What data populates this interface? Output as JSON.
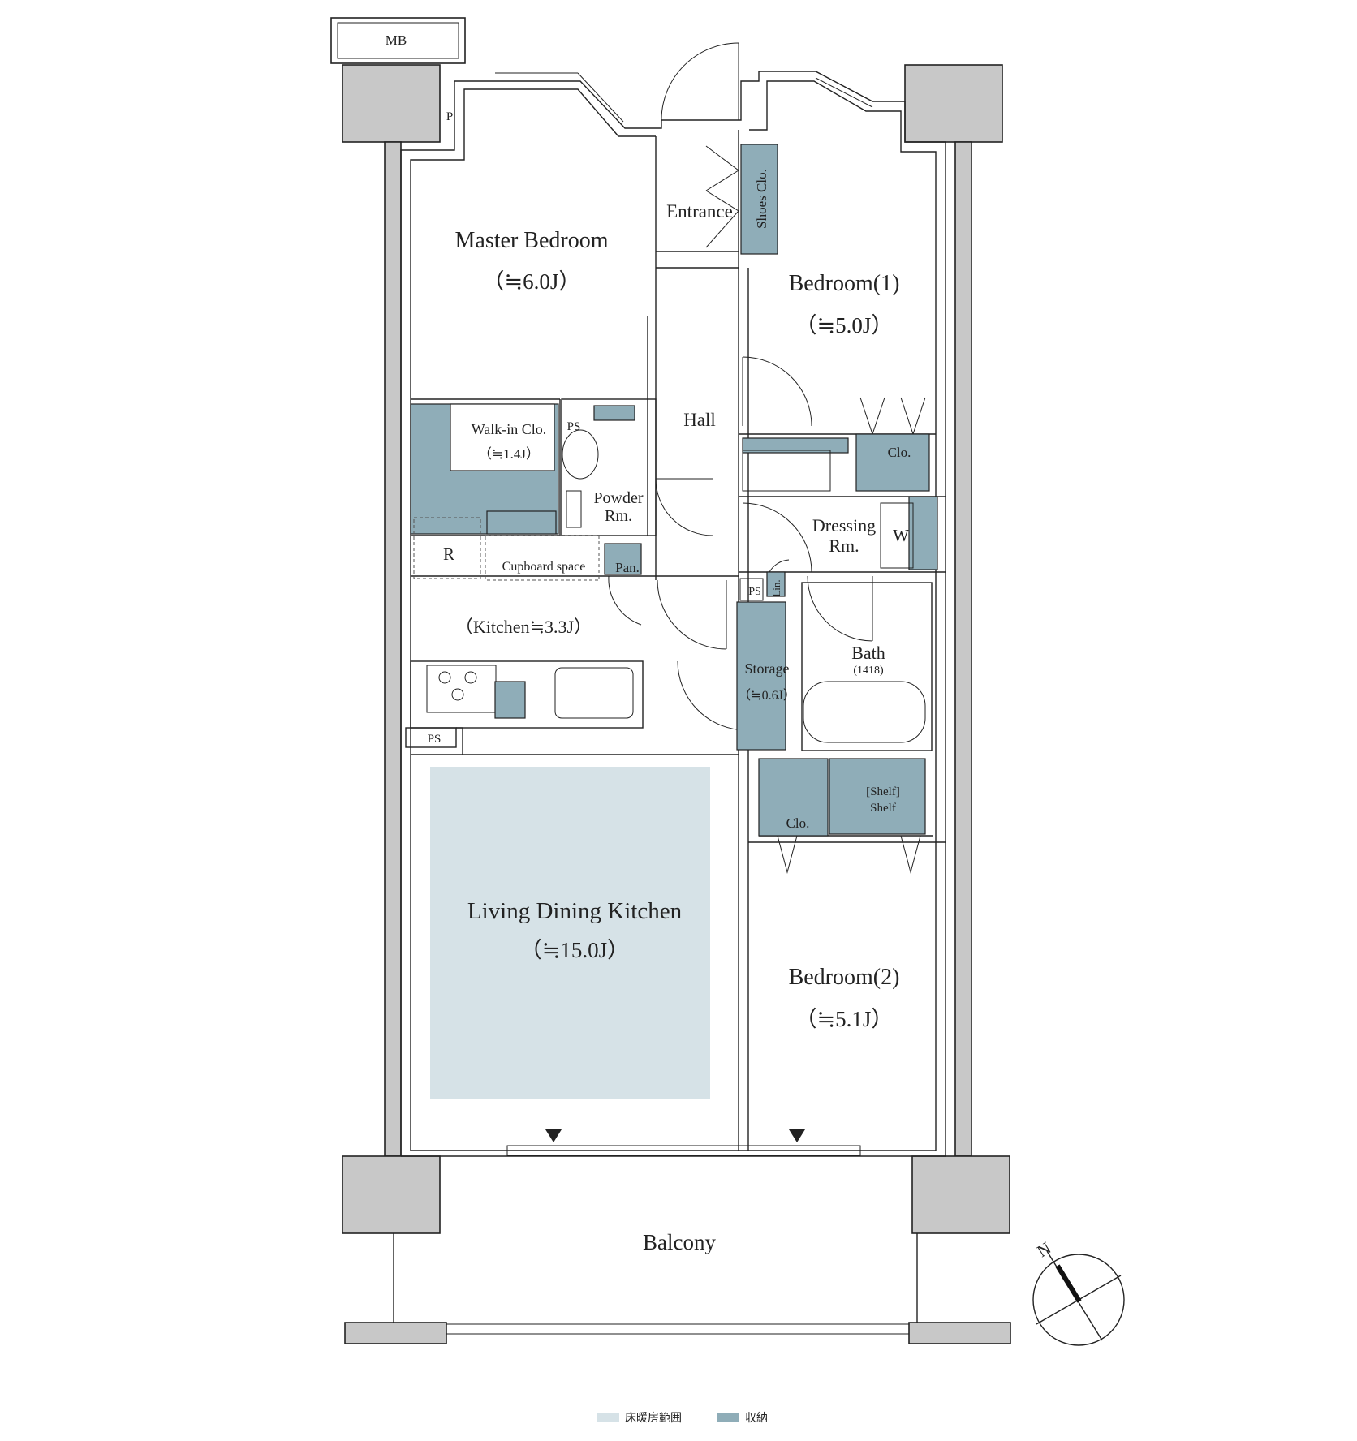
{
  "colors": {
    "floor_heating": "#d6e2e7",
    "storage": "#8fadb8",
    "wall_fill": "#c8c8c8",
    "line": "#222222"
  },
  "labels": {
    "mb": "MB",
    "p": "P",
    "entrance": "Entrance",
    "shoes": "Shoes Clo.",
    "master_name": "Master Bedroom",
    "master_area": "（≒6.0J）",
    "bed1_name": "Bedroom(1)",
    "bed1_area": "（≒5.0J）",
    "hall": "Hall",
    "wic_name": "Walk-in Clo.",
    "wic_area": "（≒1.4J）",
    "ps_toilet": "PS",
    "powder_1": "Powder",
    "powder_2": "Rm.",
    "clo_bed1": "Clo.",
    "dressing_1": "Dressing",
    "dressing_2": "Rm.",
    "w": "W",
    "r": "R",
    "cupboard": "Cupboard space",
    "pan": "Pan.",
    "ps_bath": "PS",
    "lin": "Lin.",
    "kitchen": "（Kitchen≒3.3J）",
    "bath": "Bath",
    "bath_size": "(1418)",
    "storage_name": "Storage",
    "storage_area": "（≒0.6J）",
    "ps_kitchen": "PS",
    "clo_bed2": "Clo.",
    "shelf_1": "[Shelf]",
    "shelf_2": "Shelf",
    "ldk_name": "Living Dining Kitchen",
    "ldk_area": "（≒15.0J）",
    "bed2_name": "Bedroom(2)",
    "bed2_area": "（≒5.1J）",
    "balcony": "Balcony",
    "north": "N"
  },
  "legend": [
    {
      "label": "床暖房範囲",
      "color": "#d6e2e7"
    },
    {
      "label": "収納",
      "color": "#8fadb8"
    }
  ]
}
